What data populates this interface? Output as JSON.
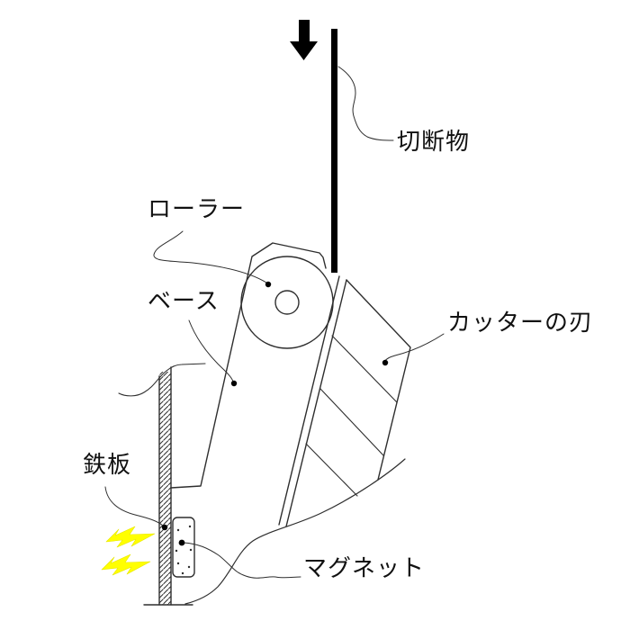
{
  "figure": {
    "type": "technical-line-diagram",
    "labels": {
      "workpiece": "切断物",
      "roller": "ローラー",
      "base": "ベース",
      "cutter_blade": "カッターの刃",
      "iron_plate": "鉄板",
      "magnet": "マグネット"
    },
    "icons": {
      "down_arrow": "filled-down-arrow",
      "spark": "lightning-bolt-zigzag"
    },
    "colors": {
      "background": "#ffffff",
      "line": "#2e2e2e",
      "solid_fill": "#000000",
      "spark_yellow": "#ffff00",
      "text": "#111111"
    }
  }
}
